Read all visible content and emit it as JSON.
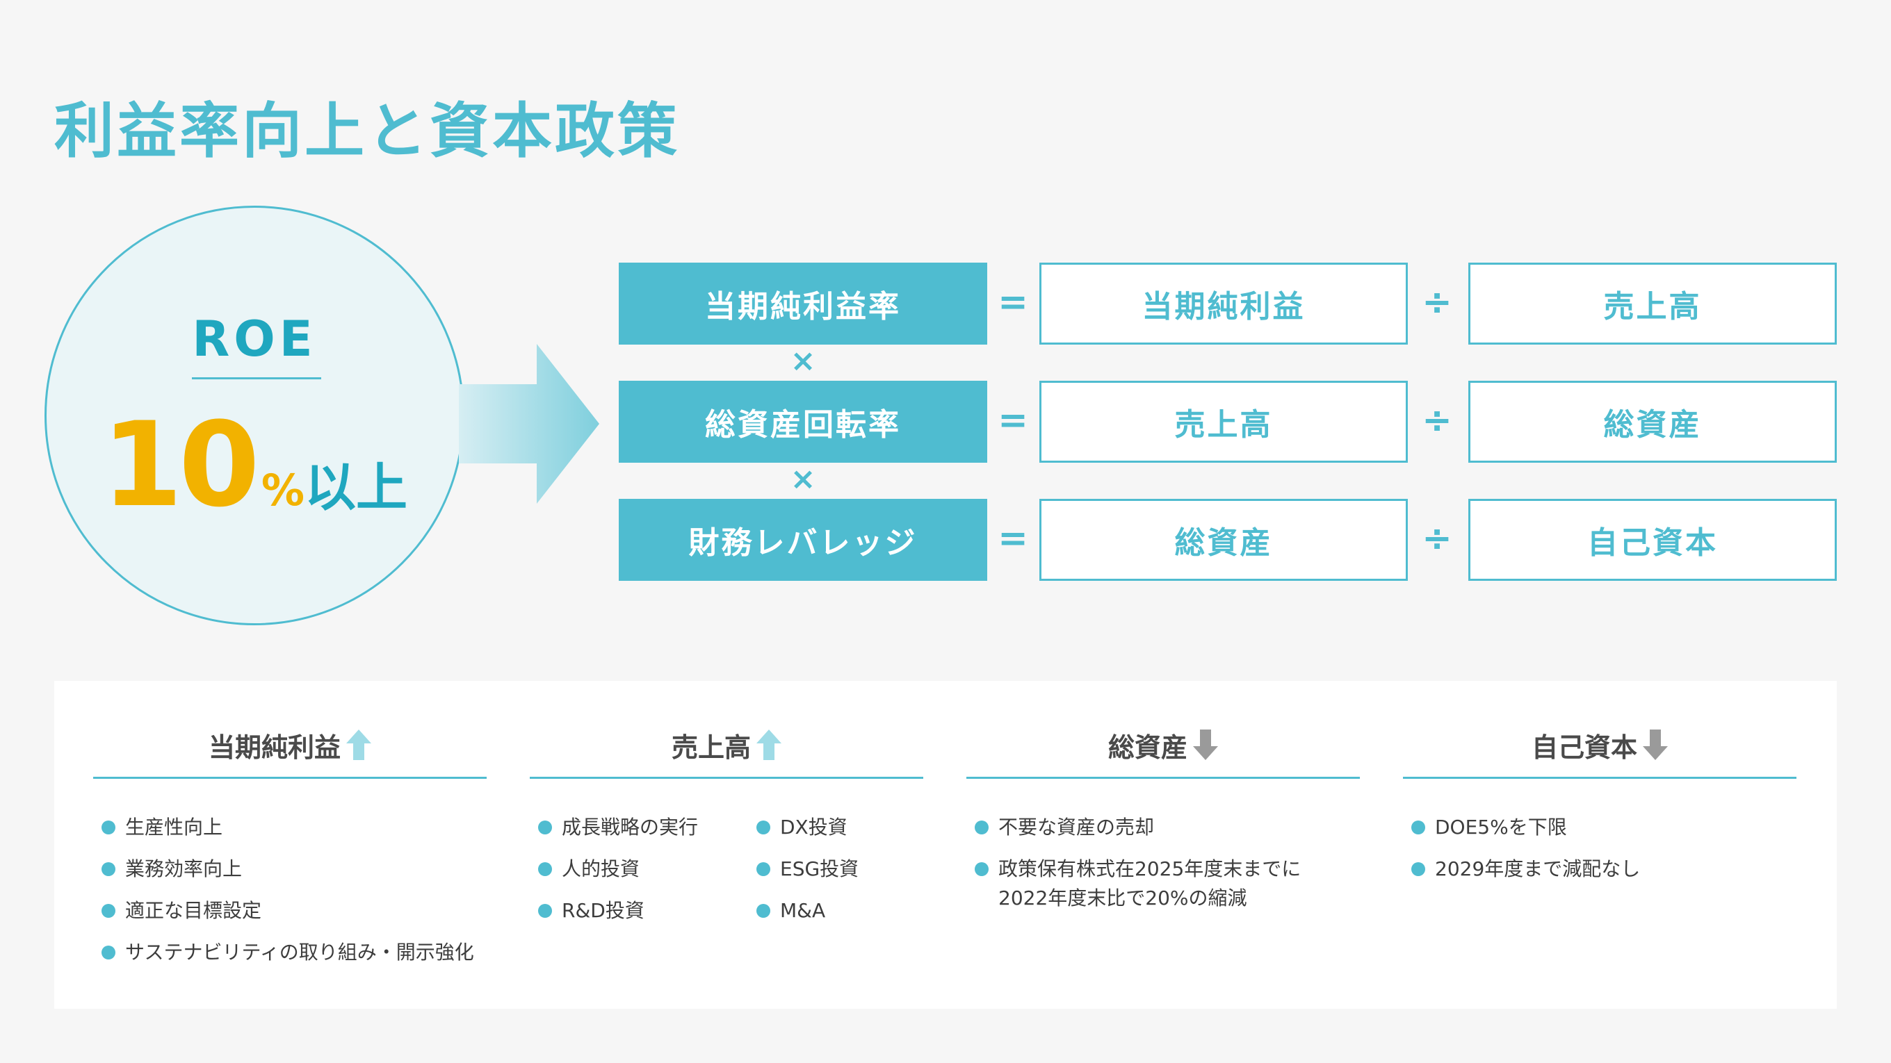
{
  "title": "利益率向上と資本政策",
  "roe": {
    "label": "ROE",
    "value": "10",
    "unit": "%",
    "suffix": "以上"
  },
  "formula": {
    "rows": [
      {
        "name": "当期純利益率",
        "numerator": "当期純利益",
        "denominator": "売上高"
      },
      {
        "name": "総資産回転率",
        "numerator": "売上高",
        "denominator": "総資産"
      },
      {
        "name": "財務レバレッジ",
        "numerator": "総資産",
        "denominator": "自己資本"
      }
    ],
    "equals": "=",
    "divide": "÷",
    "multiply": "×"
  },
  "colors": {
    "accent": "#4fbcd0",
    "highlight": "#f2b200",
    "down_arrow": "#9a9a9a"
  },
  "columns": [
    {
      "header": "当期純利益",
      "trend": "up",
      "trend_icon": "arrow-up-icon",
      "items": [
        "生産性向上",
        "業務効率向上",
        "適正な目標設定",
        "サステナビリティの取り組み・開示強化"
      ]
    },
    {
      "header": "売上高",
      "trend": "up",
      "trend_icon": "arrow-up-icon",
      "items": [
        "成長戦略の実行",
        "人的投資",
        "R&D投資",
        "DX投資",
        "ESG投資",
        "M&A"
      ]
    },
    {
      "header": "総資産",
      "trend": "down",
      "trend_icon": "arrow-down-icon",
      "items": [
        "不要な資産の売却",
        "政策保有株式在2025年度末までに",
        "2022年度末比で20%の縮減"
      ]
    },
    {
      "header": "自己資本",
      "trend": "down",
      "trend_icon": "arrow-down-icon",
      "items": [
        "DOE5%を下限",
        "2029年度まで減配なし"
      ]
    }
  ]
}
